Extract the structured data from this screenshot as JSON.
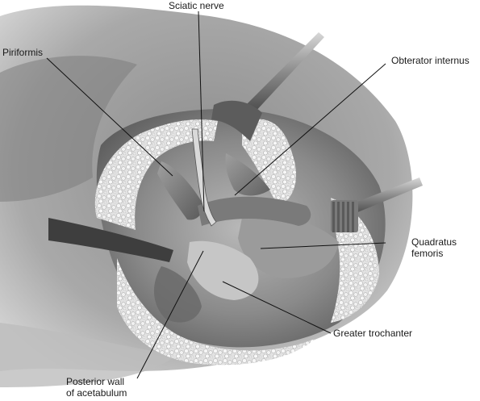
{
  "labels": {
    "sciatic_nerve": "Sciatic nerve",
    "piriformis": "Piriformis",
    "obturator_internus": "Obterator internus",
    "quadratus_femoris_line1": "Quadratus",
    "quadratus_femoris_line2": "femoris",
    "greater_trochanter": "Greater trochanter",
    "posterior_wall_line1": "Posterior wall",
    "posterior_wall_line2": "of acetabulum"
  },
  "colors": {
    "background": "#ffffff",
    "tissue_dark": "#6f6f6f",
    "tissue_mid": "#9a9a9a",
    "fat_light": "#e6e6e6",
    "leader_line": "#111111"
  }
}
